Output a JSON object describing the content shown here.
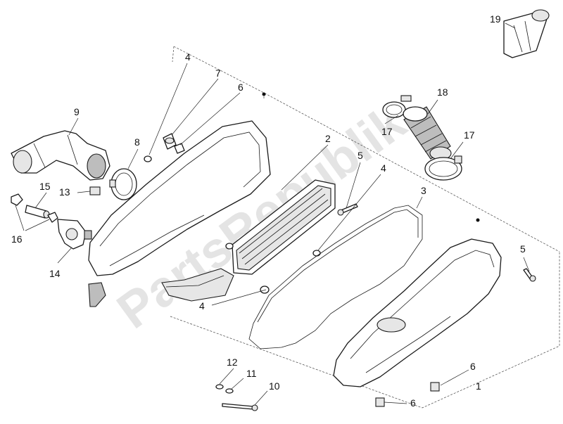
{
  "watermark": {
    "text": "PartsRepublik"
  },
  "callouts": {
    "c1": "1",
    "c2": "2",
    "c3": "3",
    "c4a": "4",
    "c4b": "4",
    "c4c": "4",
    "c5a": "5",
    "c5b": "5",
    "c6a": "6",
    "c6b": "6",
    "c6c": "6",
    "c7": "7",
    "c8": "8",
    "c9": "9",
    "c10": "10",
    "c11": "11",
    "c12": "12",
    "c13": "13",
    "c14": "14",
    "c15": "15",
    "c16": "16",
    "c17a": "17",
    "c17b": "17",
    "c18": "18",
    "c19": "19"
  }
}
